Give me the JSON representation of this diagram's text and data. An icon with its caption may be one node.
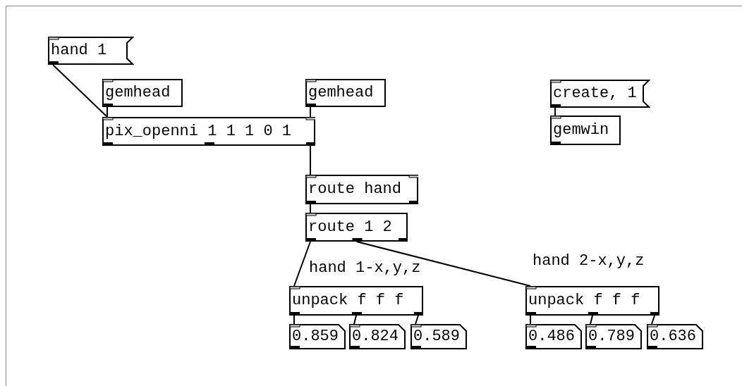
{
  "diagram": {
    "nodes": [
      {
        "text": [
          "hand 1"
        ]
      },
      {
        "text": [
          "gemhead"
        ]
      },
      {
        "text": [
          "gemhead"
        ]
      },
      {
        "text": [
          "create, 1"
        ]
      },
      {
        "text": [
          "pix_openni 1 1 1 0 1"
        ]
      },
      {
        "text": [
          "gemwin"
        ]
      },
      {
        "text": [
          "route hand"
        ]
      },
      {
        "text": [
          "route 1 2"
        ]
      },
      {
        "text": [
          "unpack f f f"
        ]
      },
      {
        "text": [
          "unpack f f f"
        ]
      },
      {
        "text": [
          "0.859"
        ]
      },
      {
        "text": [
          "0.824"
        ]
      },
      {
        "text": [
          "0.589"
        ]
      },
      {
        "text": [
          "0.486"
        ]
      },
      {
        "text": [
          "0.789"
        ]
      },
      {
        "text": [
          "0.636"
        ]
      }
    ],
    "edges": [
      {
        "from": 0,
        "to": 4,
        "arrow": "none"
      },
      {
        "from": 1,
        "to": 4,
        "arrow": "none"
      },
      {
        "from": 2,
        "to": 4,
        "arrow": "none"
      },
      {
        "from": 3,
        "to": 5,
        "arrow": "none"
      },
      {
        "from": 4,
        "to": 6,
        "arrow": "none"
      },
      {
        "from": 6,
        "to": 7,
        "arrow": "none"
      },
      {
        "from": 7,
        "to": 8,
        "arrow": "none"
      },
      {
        "from": 7,
        "to": 9,
        "arrow": "none"
      },
      {
        "from": 8,
        "to": 10,
        "arrow": "none"
      },
      {
        "from": 8,
        "to": 11,
        "arrow": "none"
      },
      {
        "from": 8,
        "to": 12,
        "arrow": "none"
      },
      {
        "from": 9,
        "to": 13,
        "arrow": "none"
      },
      {
        "from": 9,
        "to": 14,
        "arrow": "none"
      },
      {
        "from": 9,
        "to": 15,
        "arrow": "none"
      }
    ],
    "labels": [
      "hand 2-x,y,z",
      "hand 1-x,y,z"
    ]
  }
}
